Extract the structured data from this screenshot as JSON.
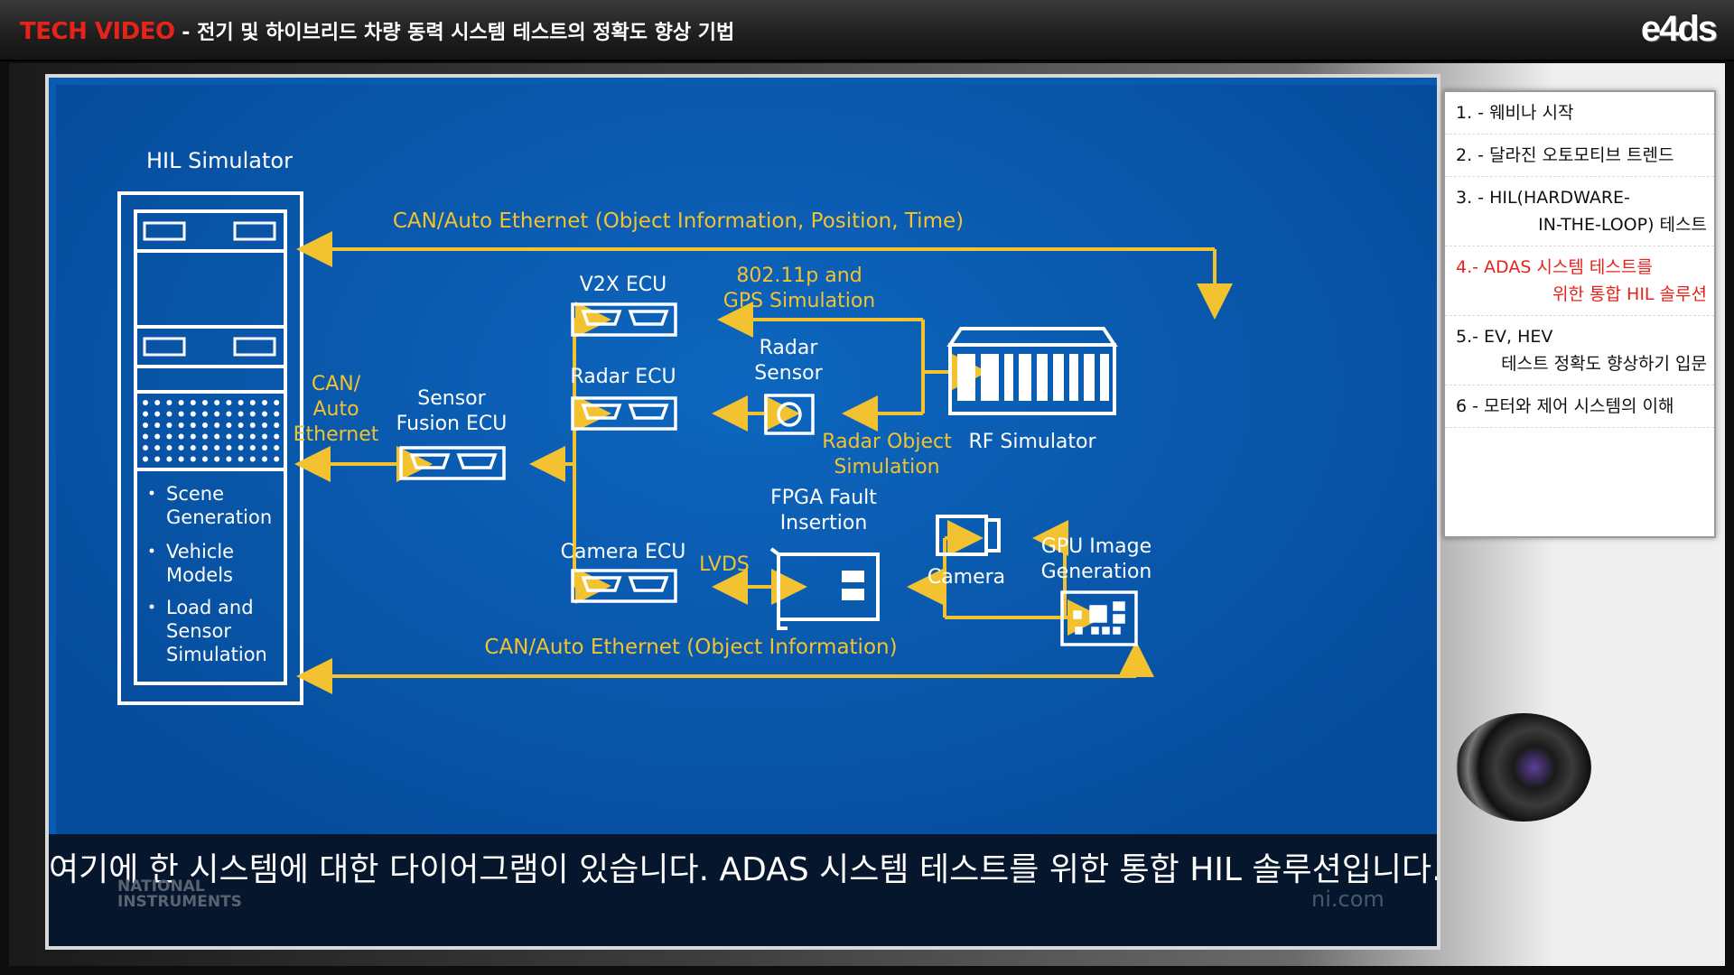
{
  "header": {
    "brand": "TECH VIDEO",
    "title": " - 전기 및 하이브리드 차량 동력 시스템 테스트의 정확도 향상 기법",
    "logo": "e4ds"
  },
  "diagram": {
    "hil_simulator": "HIL Simulator",
    "hil_items": [
      "Scene",
      "Generation",
      "Vehicle",
      "Models",
      "Load and",
      "Sensor",
      "Simulation"
    ],
    "can_top": "CAN/Auto Ethernet (Object Information, Position,  Time)",
    "can_left": [
      "CAN/",
      "Auto",
      "Ethernet"
    ],
    "sensor_fusion": [
      "Sensor",
      "Fusion ECU"
    ],
    "v2x_ecu": "V2X ECU",
    "gps": [
      "802.11p and",
      "GPS Simulation"
    ],
    "radar_sensor": [
      "Radar",
      "Sensor"
    ],
    "radar_ecu": "Radar ECU",
    "radar_object": [
      "Radar Object",
      "Simulation"
    ],
    "rf_simulator": "RF Simulator",
    "fpga": [
      "FPGA Fault",
      "Insertion"
    ],
    "camera_ecu": "Camera ECU",
    "lvds": "LVDS",
    "camera": "Camera",
    "gpu": [
      "GPU Image",
      "Generation"
    ],
    "can_bottom": "CAN/Auto Ethernet (Object Information)"
  },
  "subtitle": "여기에 한 시스템에 대한 다이어그램이 있습니다. ADAS 시스템 테스트를 위한 통합 HIL 솔루션입니다.",
  "ni": {
    "logo_line1": "NATIONAL",
    "logo_line2": "INSTRUMENTS",
    "url": "ni.com"
  },
  "chapters": [
    {
      "l1": "1. - 웨비나 시작",
      "l2": ""
    },
    {
      "l1": "2. - 달라진 오토모티브 트렌드",
      "l2": ""
    },
    {
      "l1": "3. - HIL(HARDWARE-",
      "l2": "IN-THE-LOOP) 테스트"
    },
    {
      "l1": "4.- ADAS 시스템 테스트를",
      "l2": "위한 통합 HIL 솔루션"
    },
    {
      "l1": "5.- EV, HEV",
      "l2": "테스트 정확도 향상하기 입문"
    },
    {
      "l1": "6 - 모터와 제어 시스템의 이해",
      "l2": ""
    }
  ],
  "colors": {
    "accent": "#e5231b",
    "slide_blue": "#0a5ab0",
    "arrow": "#f2c230"
  }
}
